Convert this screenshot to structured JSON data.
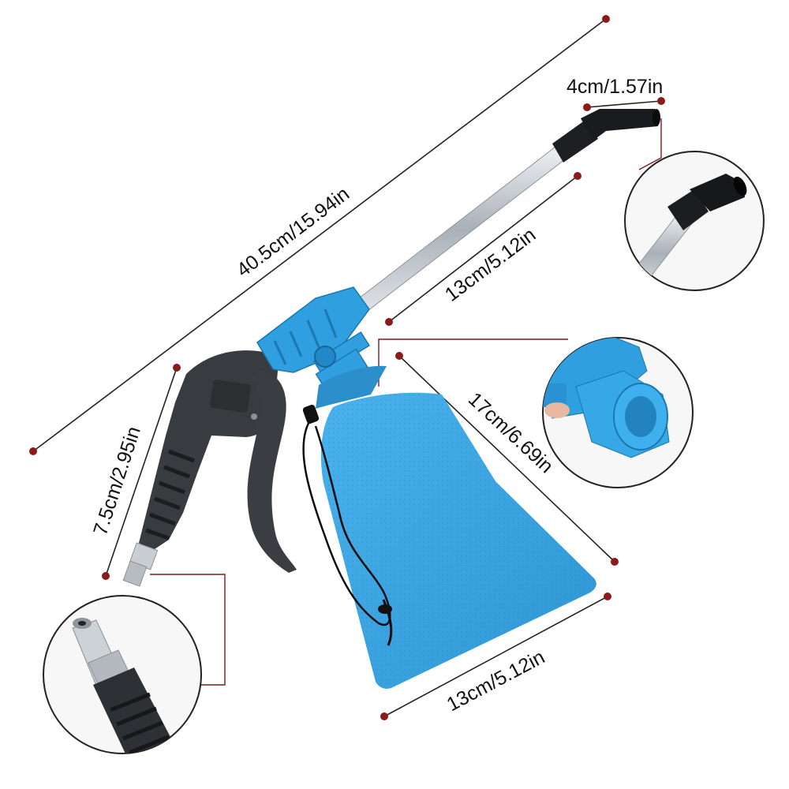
{
  "colors": {
    "accent_blue": "#2f9fdf",
    "bag_blue": "#3aa7e4",
    "dimension_line": "#8b1a1a",
    "tool_body": "#3a3d42",
    "metal": "#c8cdd2"
  },
  "dimensions": {
    "total_length": "40.5cm/15.94in",
    "nozzle_tip": "4cm/1.57in",
    "tube_length": "13cm/5.12in",
    "bag_height": "17cm/6.69in",
    "handle_height": "7.5cm/2.95in",
    "bag_width": "13cm/5.12in"
  },
  "icons": {
    "tool": "air-blow-gun-icon",
    "bag": "drawstring-bag-icon",
    "detail_nozzle": "bent-nozzle-detail",
    "detail_bottle": "bottle-connector-detail",
    "detail_coupler": "quick-coupler-detail"
  }
}
